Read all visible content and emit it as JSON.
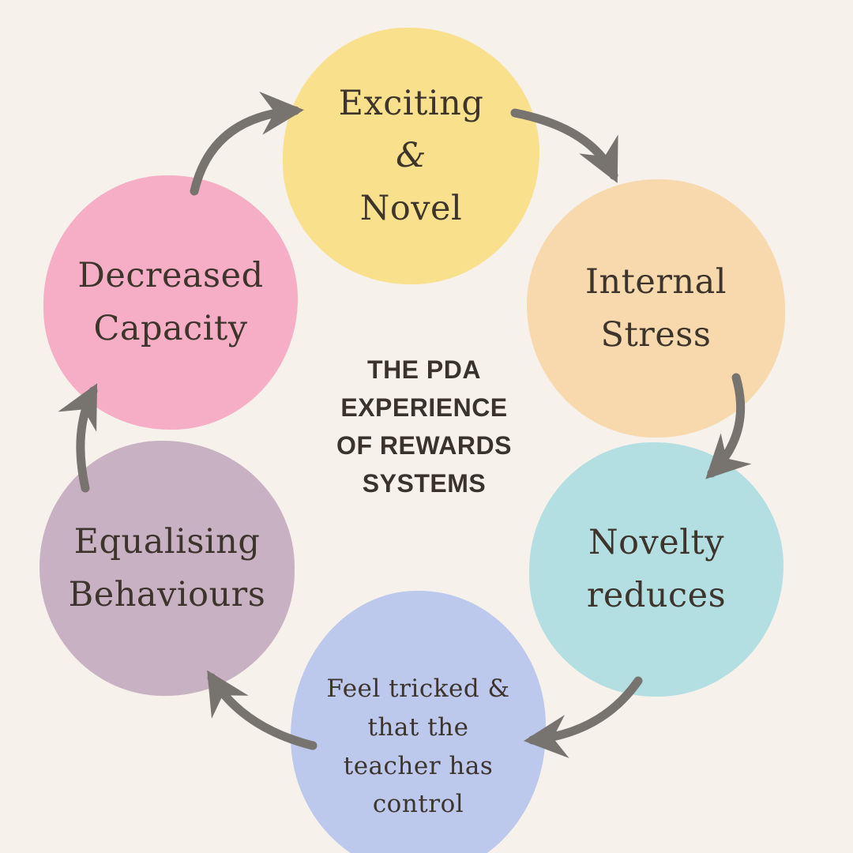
{
  "title": {
    "lines": [
      "THE PDA",
      "EXPERIENCE",
      "OF REWARDS",
      "SYSTEMS"
    ]
  },
  "circles": [
    {
      "id": "exciting-novel",
      "lines": [
        "Exciting",
        "&",
        "Novel"
      ],
      "color": "#f8e08d"
    },
    {
      "id": "internal-stress",
      "lines": [
        "Internal",
        "Stress"
      ],
      "color": "#f8d9ad"
    },
    {
      "id": "novelty-reduces",
      "lines": [
        "Novelty",
        "reduces"
      ],
      "color": "#b3dfe3"
    },
    {
      "id": "feel-tricked",
      "lines": [
        "Feel tricked &",
        "that the",
        "teacher has",
        "control"
      ],
      "color": "#bcc8ec"
    },
    {
      "id": "equalising-behaviours",
      "lines": [
        "Equalising",
        "Behaviours"
      ],
      "color": "#c9b1c4"
    },
    {
      "id": "decreased-capacity",
      "lines": [
        "Decreased",
        "Capacity"
      ],
      "color": "#f6aec6"
    }
  ],
  "arrows": [
    {
      "from": "decreased-capacity",
      "to": "exciting-novel"
    },
    {
      "from": "exciting-novel",
      "to": "internal-stress"
    },
    {
      "from": "internal-stress",
      "to": "novelty-reduces"
    },
    {
      "from": "novelty-reduces",
      "to": "feel-tricked"
    },
    {
      "from": "feel-tricked",
      "to": "equalising-behaviours"
    },
    {
      "from": "equalising-behaviours",
      "to": "decreased-capacity"
    }
  ],
  "colors": {
    "background": "#f6f1eb",
    "arrow": "#77736f",
    "circle_text": "#3d342c",
    "title_text": "#3a332b"
  }
}
